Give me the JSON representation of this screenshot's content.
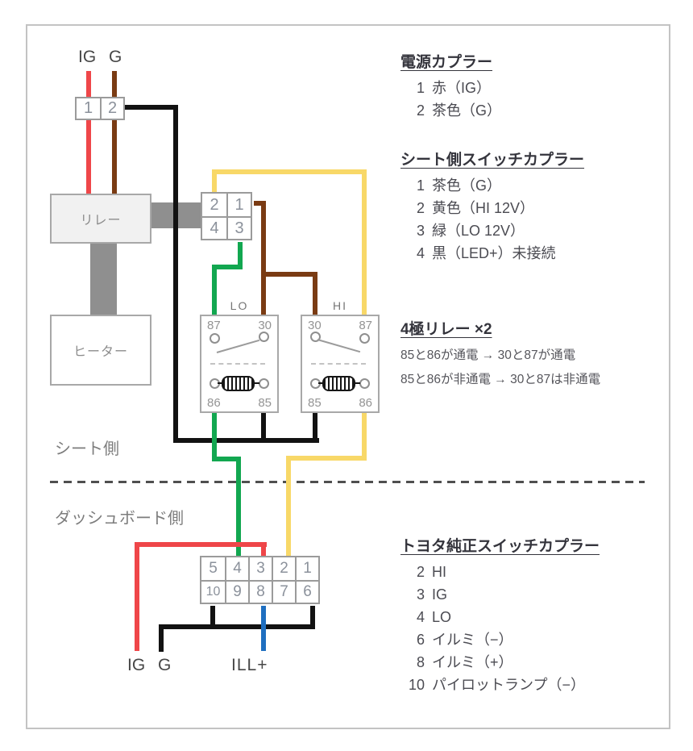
{
  "colors": {
    "wire_red": "#ef4649",
    "wire_brown": "#7a3b13",
    "wire_yellow": "#f8d868",
    "wire_green": "#12a750",
    "wire_blue": "#1f6fc0",
    "wire_black": "#121212",
    "connector_gray": "#8f8f8f"
  },
  "diagram": {
    "top_labels": {
      "ig": "IG",
      "g": "G"
    },
    "power_connector": {
      "pins": [
        "1",
        "2"
      ]
    },
    "relay_box_label": "リレー",
    "heater_box_label": "ヒーター",
    "seat_switch_connector": {
      "row1": [
        "2",
        "1"
      ],
      "row2": [
        "4",
        "3"
      ]
    },
    "relay_lo": {
      "title": "LO",
      "pin_tl": "87",
      "pin_tr": "30",
      "pin_bl": "86",
      "pin_br": "85"
    },
    "relay_hi": {
      "title": "HI",
      "pin_tl": "30",
      "pin_tr": "87",
      "pin_bl": "85",
      "pin_br": "86"
    },
    "seat_side_label": "シート側",
    "dashboard_side_label": "ダッシュボード側",
    "dash_connector": {
      "row1": [
        "5",
        "4",
        "3",
        "2",
        "1"
      ],
      "row2": [
        "10",
        "9",
        "8",
        "7",
        "6"
      ]
    },
    "bottom_labels": {
      "ig": "IG",
      "g": "G",
      "ill": "ILL+"
    }
  },
  "legend": {
    "power": {
      "title": "電源カプラー",
      "items": [
        {
          "n": "1",
          "t": "赤（IG）"
        },
        {
          "n": "2",
          "t": "茶色（G）"
        }
      ]
    },
    "seat_switch": {
      "title": "シート側スイッチカプラー",
      "items": [
        {
          "n": "1",
          "t": "茶色（G）"
        },
        {
          "n": "2",
          "t": "黄色（HI 12V）"
        },
        {
          "n": "3",
          "t": "緑（LO 12V）"
        },
        {
          "n": "4",
          "t": "黒（LED+）未接続"
        }
      ]
    },
    "relay": {
      "title": "4極リレー ×2",
      "lines": [
        "85と86が通電 → 30と87が通電",
        "85と86が非通電 → 30と87は非通電"
      ]
    },
    "toyota": {
      "title": "トヨタ純正スイッチカプラー",
      "items": [
        {
          "n": "2",
          "t": "HI"
        },
        {
          "n": "3",
          "t": "IG"
        },
        {
          "n": "4",
          "t": "LO"
        },
        {
          "n": "6",
          "t": "イルミ（−）"
        },
        {
          "n": "8",
          "t": "イルミ（+）"
        },
        {
          "n": "10",
          "t": "パイロットランプ（−）"
        }
      ]
    }
  }
}
